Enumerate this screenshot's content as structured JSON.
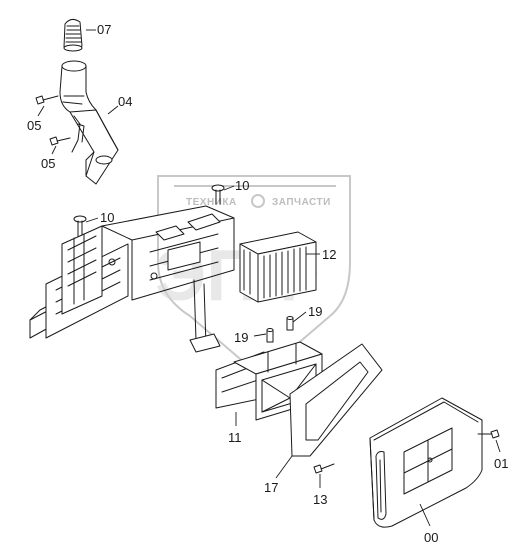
{
  "watermark": {
    "left_text": "ТЕХНИКА",
    "right_text": "ЗАПЧАСТИ",
    "big_text": "ЭПФ"
  },
  "callouts": {
    "c07": "07",
    "c04": "04",
    "c05a": "05",
    "c05b": "05",
    "c10a": "10",
    "c10b": "10",
    "c12": "12",
    "c19a": "19",
    "c19b": "19",
    "c11": "11",
    "c17": "17",
    "c13": "13",
    "c01": "01",
    "c00": "00"
  }
}
